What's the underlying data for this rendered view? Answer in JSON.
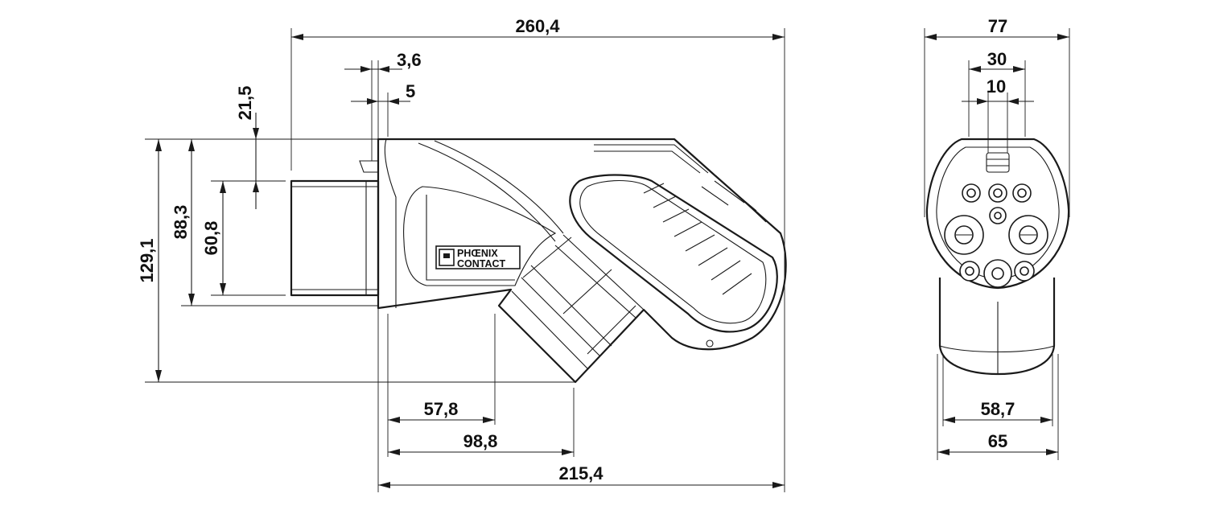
{
  "side_view": {
    "brand_logo": {
      "line1": "PHŒNIX",
      "line2": "CONTACT"
    },
    "dimensions": {
      "overall_length": "260,4",
      "small_step_a": "3,6",
      "small_step_b": "5",
      "top_offset": "21,5",
      "overall_height": "129,1",
      "housing_height": "88,3",
      "connector_height": "60,8",
      "cable_offset_inner": "57,8",
      "cable_offset_outer": "98,8",
      "body_length": "215,4"
    }
  },
  "front_view": {
    "dimensions": {
      "overall_width": "77",
      "key_spacing_outer": "30",
      "key_width": "10",
      "body_width_inner": "58,7",
      "body_width": "65"
    }
  }
}
